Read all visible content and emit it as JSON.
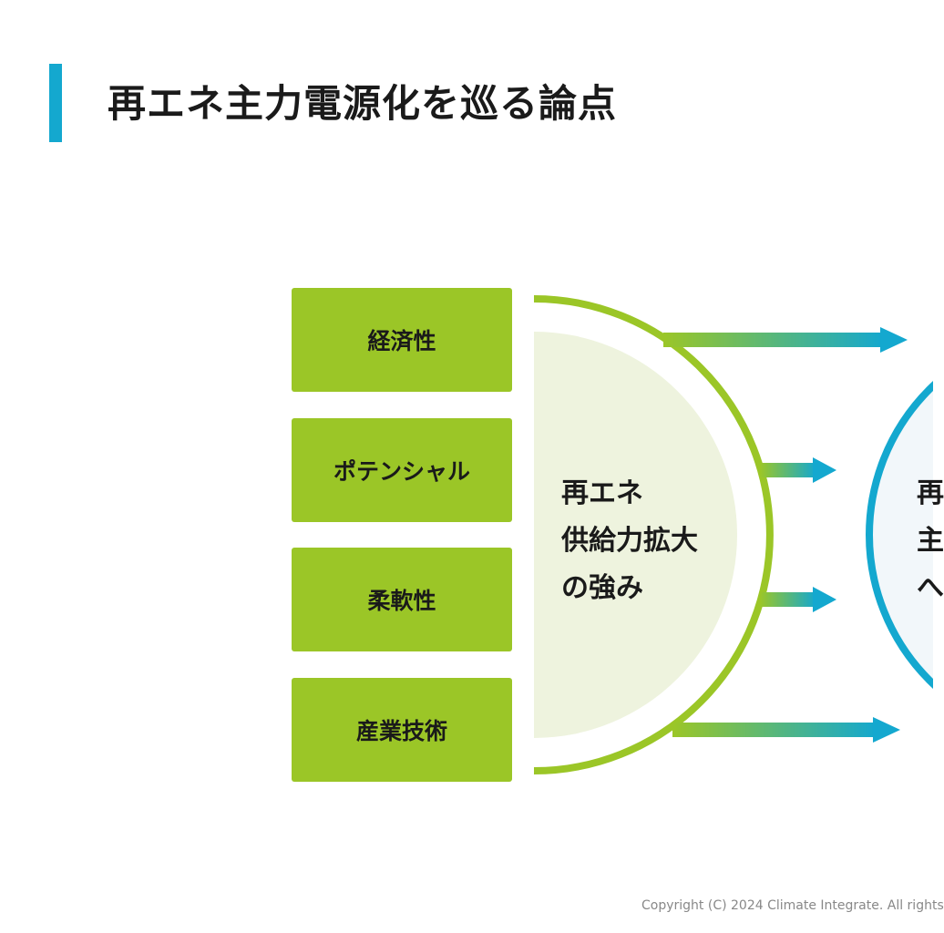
{
  "title": "再エネ主力電源化を巡る論点",
  "factors": [
    "経済性",
    "ポテンシャル",
    "柔軟性",
    "産業技術"
  ],
  "core": {
    "lines": [
      "再エネ",
      "供給力拡大",
      "の強み"
    ]
  },
  "right_partial": {
    "lines": [
      "再",
      "主",
      "へ"
    ]
  },
  "copyright": "Copyright (C) 2024 Climate Integrate. All rights",
  "colors": {
    "accent_blue": "#14a8cf",
    "factor_green": "#9bc627",
    "core_fill": "#eef3de",
    "right_fill": "#f2f7fa"
  }
}
